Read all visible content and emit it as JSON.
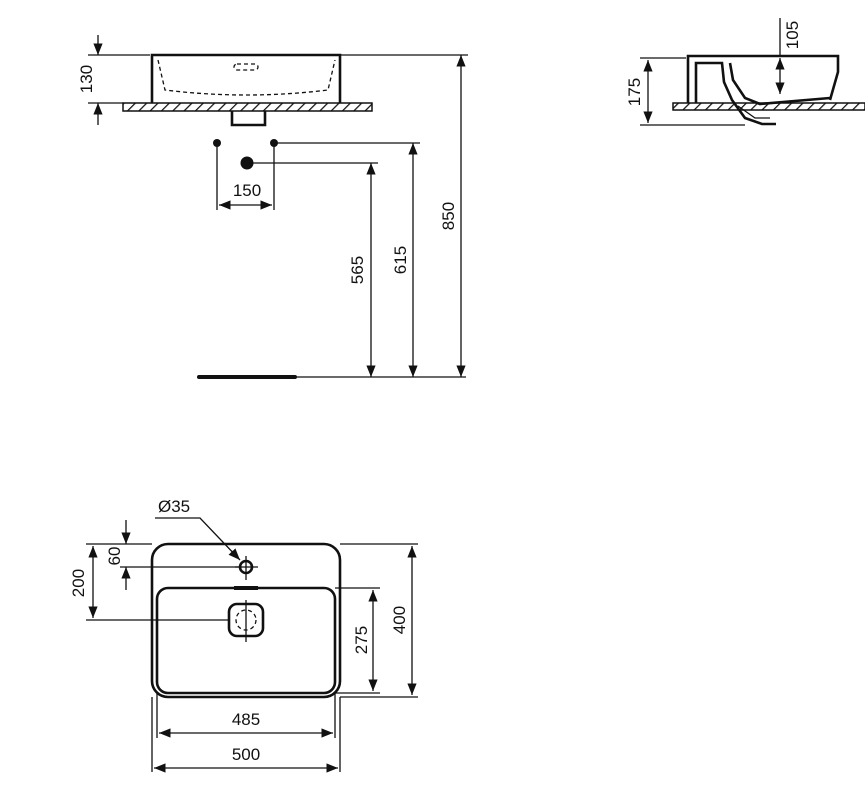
{
  "front_view": {
    "dim_height": "130",
    "dim_tap_spacing": "150",
    "dim_waste_height": "565",
    "dim_supply_height": "615",
    "dim_total_height": "850"
  },
  "side_view": {
    "dim_bowl_depth": "105",
    "dim_overall_height": "175"
  },
  "plan_view": {
    "dim_tap_hole": "Ø35",
    "dim_tap_offset": "60",
    "dim_waste_offset": "200",
    "dim_inner_depth": "275",
    "dim_outer_depth": "400",
    "dim_inner_width": "485",
    "dim_outer_width": "500"
  },
  "colors": {
    "line": "#111111",
    "background": "#ffffff"
  }
}
